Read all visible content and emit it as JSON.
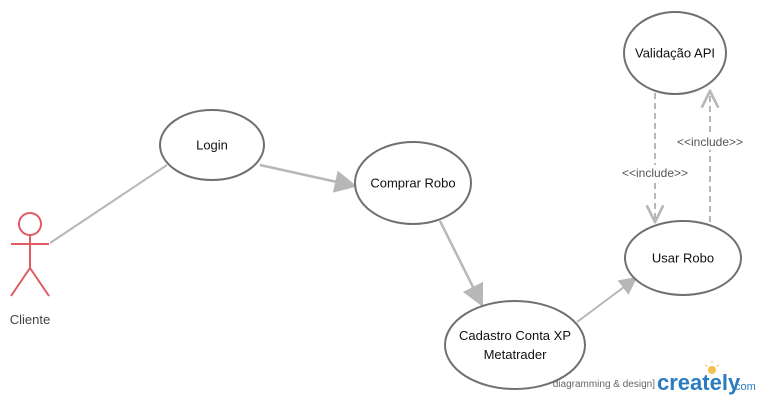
{
  "diagram": {
    "actor": {
      "label": "Cliente"
    },
    "use_cases": {
      "login": "Login",
      "comprar": "Comprar Robo",
      "cadastro_line1": "Cadastro Conta XP",
      "cadastro_line2": "Metatrader",
      "usar": "Usar Robo",
      "validacao": "Validação API"
    },
    "relations": {
      "include_left": "<<include>>",
      "include_right": "<<include>>"
    }
  },
  "watermark": {
    "tagline": "diagramming & design]",
    "brand": "creately",
    "domain": ".com"
  },
  "colors": {
    "actor": "#e05a62",
    "node_stroke": "#707070",
    "edge": "#b7b7b7",
    "brand": "#2a7bbf",
    "bulb": "#f2c14e"
  }
}
